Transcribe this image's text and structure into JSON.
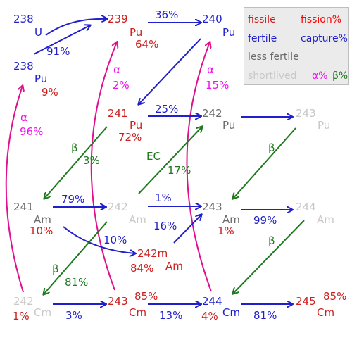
{
  "nuclides": {
    "u238": {
      "mass": "238",
      "symbol": "U"
    },
    "pu239": {
      "mass": "239",
      "symbol": "Pu",
      "fission": "64%"
    },
    "pu240": {
      "mass": "240",
      "symbol": "Pu"
    },
    "pu238": {
      "mass": "238",
      "symbol": "Pu",
      "fission": "9%"
    },
    "pu241": {
      "mass": "241",
      "symbol": "Pu",
      "fission": "72%"
    },
    "pu242": {
      "mass": "242",
      "symbol": "Pu"
    },
    "pu243": {
      "mass": "243",
      "symbol": "Pu"
    },
    "am241": {
      "mass": "241",
      "symbol": "Am",
      "fission": "10%"
    },
    "am242": {
      "mass": "242",
      "symbol": "Am"
    },
    "am243": {
      "mass": "243",
      "symbol": "Am",
      "fission": "1%"
    },
    "am244": {
      "mass": "244",
      "symbol": "Am"
    },
    "am242m": {
      "mass": "242m",
      "symbol": "Am",
      "fission": "84%"
    },
    "cm242": {
      "mass": "242",
      "symbol": "Cm",
      "fission": "1%"
    },
    "cm243": {
      "mass": "243",
      "symbol": "Cm",
      "fission": "85%"
    },
    "cm244": {
      "mass": "244",
      "symbol": "Cm",
      "fission": "4%"
    },
    "cm245": {
      "mass": "245",
      "symbol": "Cm",
      "fission": "85%"
    }
  },
  "transitions": {
    "capture_pu238": "91%",
    "capture_pu239": "36%",
    "capture_pu241": "25%",
    "capture_am241_am242": "79%",
    "capture_am241_am242m": "10%",
    "capture_am242": "1%",
    "capture_am242m": "16%",
    "capture_am243": "99%",
    "capture_cm242": "3%",
    "capture_cm243": "13%",
    "capture_cm244": "81%",
    "beta_symbol": "β",
    "beta_pu241": "3%",
    "beta_am242": "81%",
    "ec_symbol": "EC",
    "ec_am242": "17%",
    "alpha_symbol": "α",
    "alpha_cm242": "96%",
    "alpha_cm243": "2%",
    "alpha_cm244": "15%"
  },
  "legend": {
    "fissile": "fissile",
    "fission_pct": "fission%",
    "fertile": "fertile",
    "capture_pct": "capture%",
    "less_fertile": "less fertile",
    "shortlived": "shortlived",
    "alpha_pct": "α%",
    "beta_pct": "β%"
  },
  "colors": {
    "fissile": "#cc1f1f",
    "fertile": "#1f1fcc",
    "less_fertile": "#6b6b6b",
    "shortlived": "#c8c8c8",
    "alpha": "#ee11ee",
    "beta": "#1e7a1e"
  }
}
